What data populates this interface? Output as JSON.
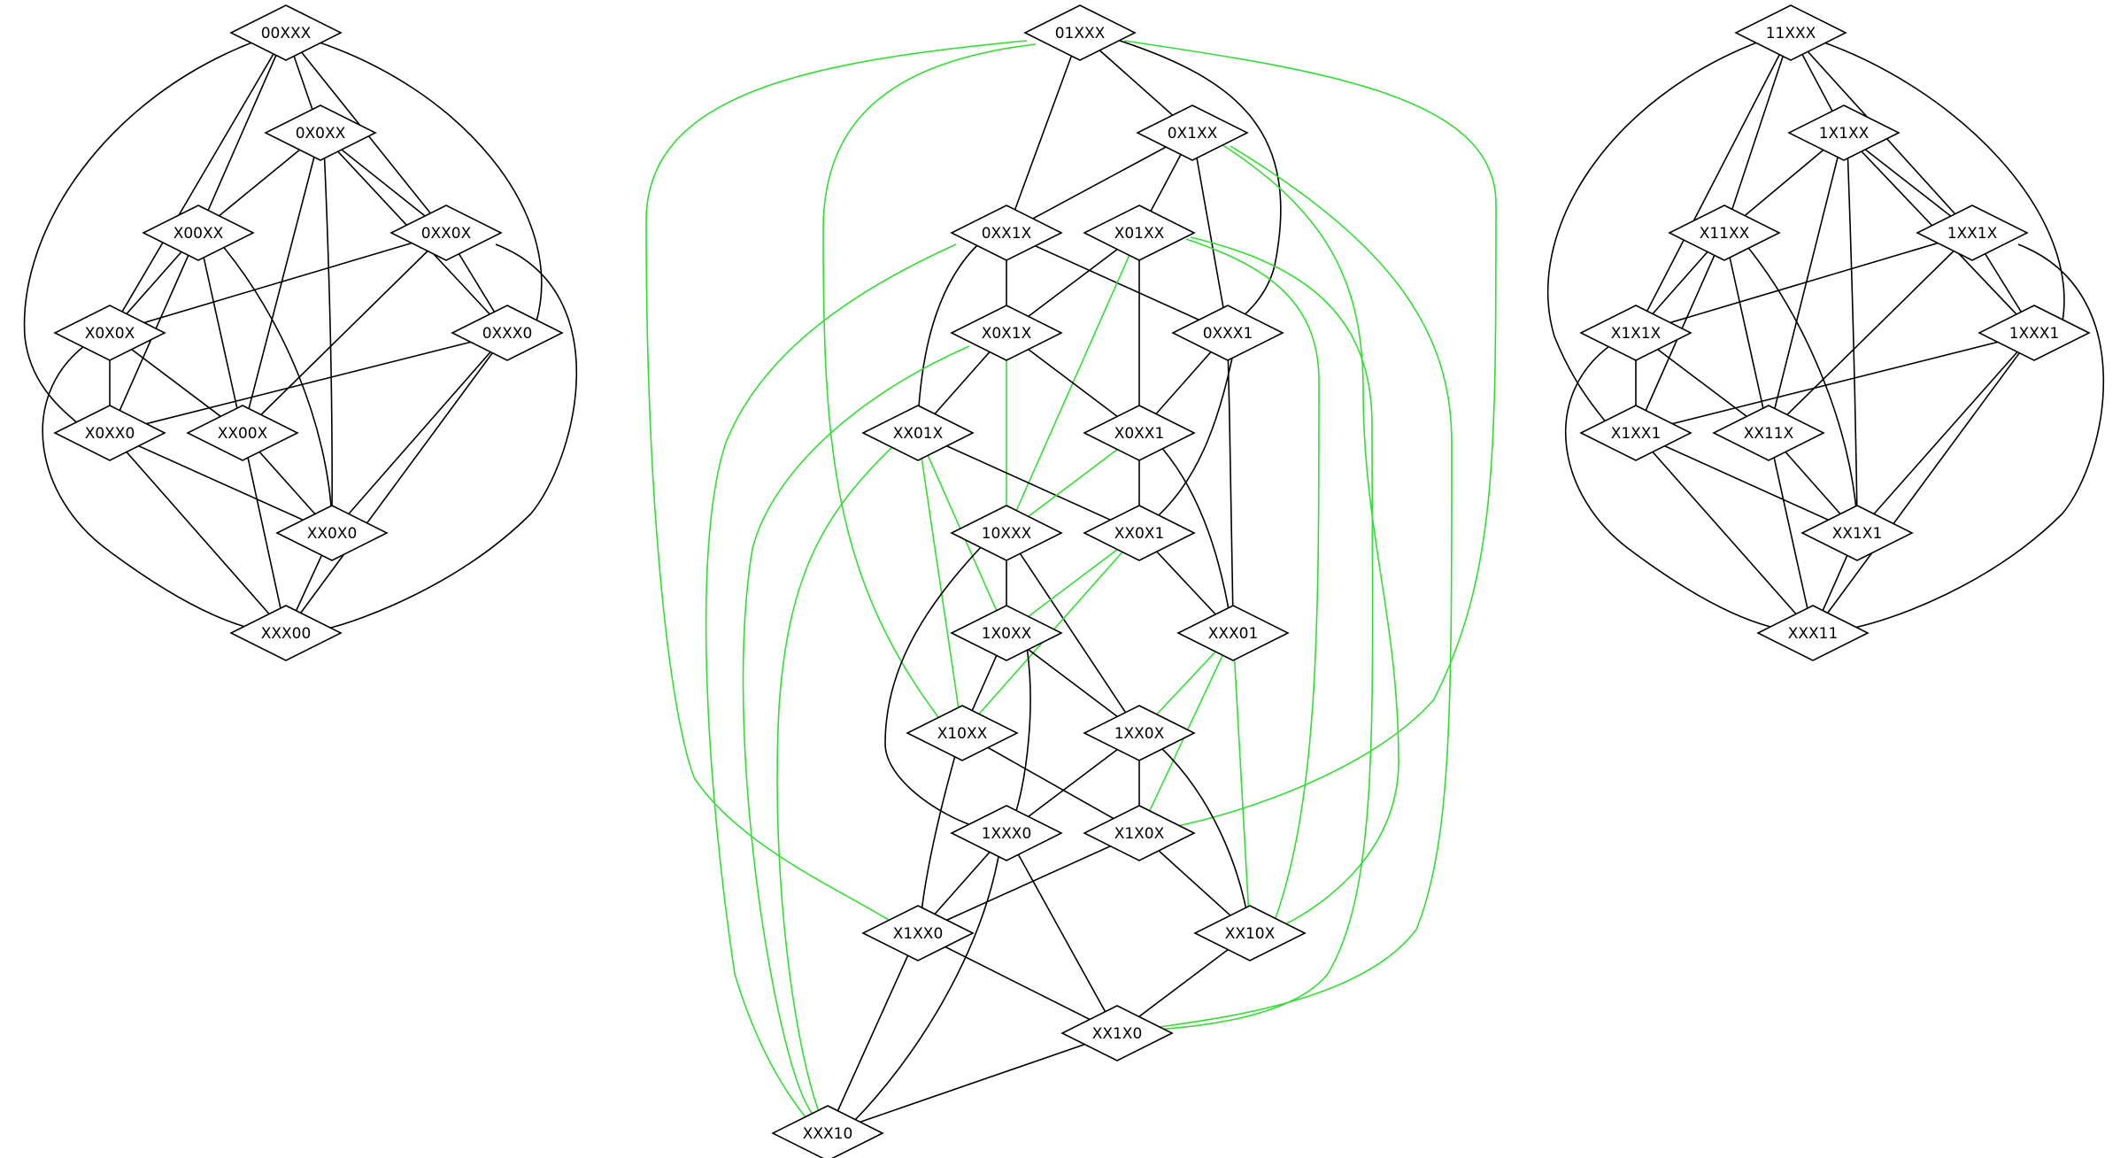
{
  "colors": {
    "normal_edge": "#000000",
    "highlight_edge": "#33dd33",
    "node_fill": "#ffffff",
    "node_stroke": "#000000"
  },
  "nodes": [
    {
      "id": "00XXX",
      "label": "00XXX"
    },
    {
      "id": "0X0XX",
      "label": "0X0XX"
    },
    {
      "id": "X00XX",
      "label": "X00XX"
    },
    {
      "id": "0XX0X",
      "label": "0XX0X"
    },
    {
      "id": "X0X0X",
      "label": "X0X0X"
    },
    {
      "id": "0XXX0",
      "label": "0XXX0"
    },
    {
      "id": "X0XX0",
      "label": "X0XX0"
    },
    {
      "id": "XX00X",
      "label": "XX00X"
    },
    {
      "id": "XX0X0",
      "label": "XX0X0"
    },
    {
      "id": "XXX00",
      "label": "XXX00"
    },
    {
      "id": "01XXX",
      "label": "01XXX"
    },
    {
      "id": "0X1XX",
      "label": "0X1XX"
    },
    {
      "id": "0XX1X",
      "label": "0XX1X"
    },
    {
      "id": "X01XX",
      "label": "X01XX"
    },
    {
      "id": "X0X1X",
      "label": "X0X1X"
    },
    {
      "id": "0XXX1",
      "label": "0XXX1"
    },
    {
      "id": "XX01X",
      "label": "XX01X"
    },
    {
      "id": "X0XX1",
      "label": "X0XX1"
    },
    {
      "id": "10XXX",
      "label": "10XXX"
    },
    {
      "id": "XX0X1",
      "label": "XX0X1"
    },
    {
      "id": "1X0XX",
      "label": "1X0XX"
    },
    {
      "id": "XXX01",
      "label": "XXX01"
    },
    {
      "id": "X10XX",
      "label": "X10XX"
    },
    {
      "id": "1XX0X",
      "label": "1XX0X"
    },
    {
      "id": "1XXX0",
      "label": "1XXX0"
    },
    {
      "id": "X1X0X",
      "label": "X1X0X"
    },
    {
      "id": "X1XX0",
      "label": "X1XX0"
    },
    {
      "id": "XX10X",
      "label": "XX10X"
    },
    {
      "id": "XX1X0",
      "label": "XX1X0"
    },
    {
      "id": "XXX10",
      "label": "XXX10"
    },
    {
      "id": "11XXX",
      "label": "11XXX"
    },
    {
      "id": "1X1XX",
      "label": "1X1XX"
    },
    {
      "id": "X11XX",
      "label": "X11XX"
    },
    {
      "id": "1XX1X",
      "label": "1XX1X"
    },
    {
      "id": "X1X1X",
      "label": "X1X1X"
    },
    {
      "id": "1XXX1",
      "label": "1XXX1"
    },
    {
      "id": "X1XX1",
      "label": "X1XX1"
    },
    {
      "id": "XX11X",
      "label": "XX11X"
    },
    {
      "id": "XX1X1",
      "label": "XX1X1"
    },
    {
      "id": "XXX11",
      "label": "XXX11"
    }
  ],
  "edges": [
    {
      "from": "00XXX",
      "to": "0X0XX",
      "highlight": false
    },
    {
      "from": "00XXX",
      "to": "X00XX",
      "highlight": false
    },
    {
      "from": "00XXX",
      "to": "0XX0X",
      "highlight": false
    },
    {
      "from": "00XXX",
      "to": "X0X0X",
      "highlight": false
    },
    {
      "from": "00XXX",
      "to": "0XXX0",
      "highlight": false
    },
    {
      "from": "00XXX",
      "to": "X0XX0",
      "highlight": false
    },
    {
      "from": "0X0XX",
      "to": "X00XX",
      "highlight": false
    },
    {
      "from": "0X0XX",
      "to": "0XX0X",
      "highlight": false
    },
    {
      "from": "0X0XX",
      "to": "XX00X",
      "highlight": false
    },
    {
      "from": "0X0XX",
      "to": "0XXX0",
      "highlight": false
    },
    {
      "from": "0X0XX",
      "to": "XX0X0",
      "highlight": false
    },
    {
      "from": "X00XX",
      "to": "X0X0X",
      "highlight": false
    },
    {
      "from": "X00XX",
      "to": "XX00X",
      "highlight": false
    },
    {
      "from": "X00XX",
      "to": "X0XX0",
      "highlight": false
    },
    {
      "from": "X00XX",
      "to": "XX0X0",
      "highlight": false
    },
    {
      "from": "0XX0X",
      "to": "X0X0X",
      "highlight": false
    },
    {
      "from": "0XX0X",
      "to": "XX00X",
      "highlight": false
    },
    {
      "from": "0XX0X",
      "to": "0XXX0",
      "highlight": false
    },
    {
      "from": "0XX0X",
      "to": "XXX00",
      "highlight": false
    },
    {
      "from": "X0X0X",
      "to": "X0XX0",
      "highlight": false
    },
    {
      "from": "X0X0X",
      "to": "XX00X",
      "highlight": false
    },
    {
      "from": "X0X0X",
      "to": "XXX00",
      "highlight": false
    },
    {
      "from": "0XXX0",
      "to": "X0XX0",
      "highlight": false
    },
    {
      "from": "0XXX0",
      "to": "XX0X0",
      "highlight": false
    },
    {
      "from": "0XXX0",
      "to": "XXX00",
      "highlight": false
    },
    {
      "from": "X0XX0",
      "to": "XX0X0",
      "highlight": false
    },
    {
      "from": "X0XX0",
      "to": "XXX00",
      "highlight": false
    },
    {
      "from": "XX00X",
      "to": "XX0X0",
      "highlight": false
    },
    {
      "from": "XX00X",
      "to": "XXX00",
      "highlight": false
    },
    {
      "from": "XX0X0",
      "to": "XXX00",
      "highlight": false
    },
    {
      "from": "01XXX",
      "to": "0X1XX",
      "highlight": false
    },
    {
      "from": "01XXX",
      "to": "0XX1X",
      "highlight": false
    },
    {
      "from": "01XXX",
      "to": "0XXX1",
      "highlight": false
    },
    {
      "from": "01XXX",
      "to": "X10XX",
      "highlight": true
    },
    {
      "from": "01XXX",
      "to": "X1XX0",
      "highlight": true
    },
    {
      "from": "01XXX",
      "to": "X1X0X",
      "highlight": true
    },
    {
      "from": "0X1XX",
      "to": "0XX1X",
      "highlight": false
    },
    {
      "from": "0X1XX",
      "to": "X01XX",
      "highlight": false
    },
    {
      "from": "0X1XX",
      "to": "0XXX1",
      "highlight": false
    },
    {
      "from": "0X1XX",
      "to": "XX10X",
      "highlight": true
    },
    {
      "from": "0X1XX",
      "to": "XX1X0",
      "highlight": true
    },
    {
      "from": "0XX1X",
      "to": "X0X1X",
      "highlight": false
    },
    {
      "from": "0XX1X",
      "to": "0XXX1",
      "highlight": false
    },
    {
      "from": "0XX1X",
      "to": "XX01X",
      "highlight": false
    },
    {
      "from": "0XX1X",
      "to": "XXX10",
      "highlight": true
    },
    {
      "from": "X01XX",
      "to": "X0X1X",
      "highlight": false
    },
    {
      "from": "X01XX",
      "to": "X0XX1",
      "highlight": false
    },
    {
      "from": "X01XX",
      "to": "10XXX",
      "highlight": true
    },
    {
      "from": "X01XX",
      "to": "XX10X",
      "highlight": true
    },
    {
      "from": "X01XX",
      "to": "XX1X0",
      "highlight": true
    },
    {
      "from": "X0X1X",
      "to": "XX01X",
      "highlight": false
    },
    {
      "from": "X0X1X",
      "to": "X0XX1",
      "highlight": false
    },
    {
      "from": "X0X1X",
      "to": "10XXX",
      "highlight": true
    },
    {
      "from": "X0X1X",
      "to": "XXX10",
      "highlight": true
    },
    {
      "from": "0XXX1",
      "to": "X0XX1",
      "highlight": false
    },
    {
      "from": "0XXX1",
      "to": "XX0X1",
      "highlight": false
    },
    {
      "from": "0XXX1",
      "to": "XXX01",
      "highlight": false
    },
    {
      "from": "XX01X",
      "to": "XX0X1",
      "highlight": false
    },
    {
      "from": "XX01X",
      "to": "1X0XX",
      "highlight": true
    },
    {
      "from": "XX01X",
      "to": "X10XX",
      "highlight": true
    },
    {
      "from": "XX01X",
      "to": "XXX10",
      "highlight": true
    },
    {
      "from": "X0XX1",
      "to": "XX0X1",
      "highlight": false
    },
    {
      "from": "X0XX1",
      "to": "XXX01",
      "highlight": false
    },
    {
      "from": "X0XX1",
      "to": "10XXX",
      "highlight": true
    },
    {
      "from": "10XXX",
      "to": "1X0XX",
      "highlight": false
    },
    {
      "from": "10XXX",
      "to": "1XX0X",
      "highlight": false
    },
    {
      "from": "10XXX",
      "to": "1XXX0",
      "highlight": false
    },
    {
      "from": "XX0X1",
      "to": "XXX01",
      "highlight": false
    },
    {
      "from": "XX0X1",
      "to": "1X0XX",
      "highlight": true
    },
    {
      "from": "XX0X1",
      "to": "X10XX",
      "highlight": true
    },
    {
      "from": "1X0XX",
      "to": "X10XX",
      "highlight": false
    },
    {
      "from": "1X0XX",
      "to": "1XX0X",
      "highlight": false
    },
    {
      "from": "1X0XX",
      "to": "1XXX0",
      "highlight": false
    },
    {
      "from": "XXX01",
      "to": "1XX0X",
      "highlight": true
    },
    {
      "from": "XXX01",
      "to": "X1X0X",
      "highlight": true
    },
    {
      "from": "XXX01",
      "to": "XX10X",
      "highlight": true
    },
    {
      "from": "X10XX",
      "to": "X1X0X",
      "highlight": false
    },
    {
      "from": "X10XX",
      "to": "X1XX0",
      "highlight": false
    },
    {
      "from": "1XX0X",
      "to": "X1X0X",
      "highlight": false
    },
    {
      "from": "1XX0X",
      "to": "1XXX0",
      "highlight": false
    },
    {
      "from": "1XX0X",
      "to": "XX10X",
      "highlight": false
    },
    {
      "from": "1XXX0",
      "to": "X1XX0",
      "highlight": false
    },
    {
      "from": "1XXX0",
      "to": "XX1X0",
      "highlight": false
    },
    {
      "from": "1XXX0",
      "to": "XXX10",
      "highlight": false
    },
    {
      "from": "X1X0X",
      "to": "X1XX0",
      "highlight": false
    },
    {
      "from": "X1X0X",
      "to": "XX10X",
      "highlight": false
    },
    {
      "from": "X1XX0",
      "to": "XX1X0",
      "highlight": false
    },
    {
      "from": "X1XX0",
      "to": "XXX10",
      "highlight": false
    },
    {
      "from": "XX10X",
      "to": "XX1X0",
      "highlight": false
    },
    {
      "from": "XX1X0",
      "to": "XXX10",
      "highlight": false
    },
    {
      "from": "11XXX",
      "to": "1X1XX",
      "highlight": false
    },
    {
      "from": "11XXX",
      "to": "X11XX",
      "highlight": false
    },
    {
      "from": "11XXX",
      "to": "1XX1X",
      "highlight": false
    },
    {
      "from": "11XXX",
      "to": "X1X1X",
      "highlight": false
    },
    {
      "from": "11XXX",
      "to": "1XXX1",
      "highlight": false
    },
    {
      "from": "11XXX",
      "to": "X1XX1",
      "highlight": false
    },
    {
      "from": "1X1XX",
      "to": "X11XX",
      "highlight": false
    },
    {
      "from": "1X1XX",
      "to": "1XX1X",
      "highlight": false
    },
    {
      "from": "1X1XX",
      "to": "XX11X",
      "highlight": false
    },
    {
      "from": "1X1XX",
      "to": "1XXX1",
      "highlight": false
    },
    {
      "from": "1X1XX",
      "to": "XX1X1",
      "highlight": false
    },
    {
      "from": "X11XX",
      "to": "X1X1X",
      "highlight": false
    },
    {
      "from": "X11XX",
      "to": "XX11X",
      "highlight": false
    },
    {
      "from": "X11XX",
      "to": "X1XX1",
      "highlight": false
    },
    {
      "from": "X11XX",
      "to": "XX1X1",
      "highlight": false
    },
    {
      "from": "1XX1X",
      "to": "X1X1X",
      "highlight": false
    },
    {
      "from": "1XX1X",
      "to": "XX11X",
      "highlight": false
    },
    {
      "from": "1XX1X",
      "to": "1XXX1",
      "highlight": false
    },
    {
      "from": "1XX1X",
      "to": "XXX11",
      "highlight": false
    },
    {
      "from": "X1X1X",
      "to": "X1XX1",
      "highlight": false
    },
    {
      "from": "X1X1X",
      "to": "XX11X",
      "highlight": false
    },
    {
      "from": "X1X1X",
      "to": "XXX11",
      "highlight": false
    },
    {
      "from": "1XXX1",
      "to": "X1XX1",
      "highlight": false
    },
    {
      "from": "1XXX1",
      "to": "XX1X1",
      "highlight": false
    },
    {
      "from": "1XXX1",
      "to": "XXX11",
      "highlight": false
    },
    {
      "from": "X1XX1",
      "to": "XX1X1",
      "highlight": false
    },
    {
      "from": "X1XX1",
      "to": "XXX11",
      "highlight": false
    },
    {
      "from": "XX11X",
      "to": "XX1X1",
      "highlight": false
    },
    {
      "from": "XX11X",
      "to": "XXX11",
      "highlight": false
    },
    {
      "from": "XX1X1",
      "to": "XXX11",
      "highlight": false
    }
  ]
}
